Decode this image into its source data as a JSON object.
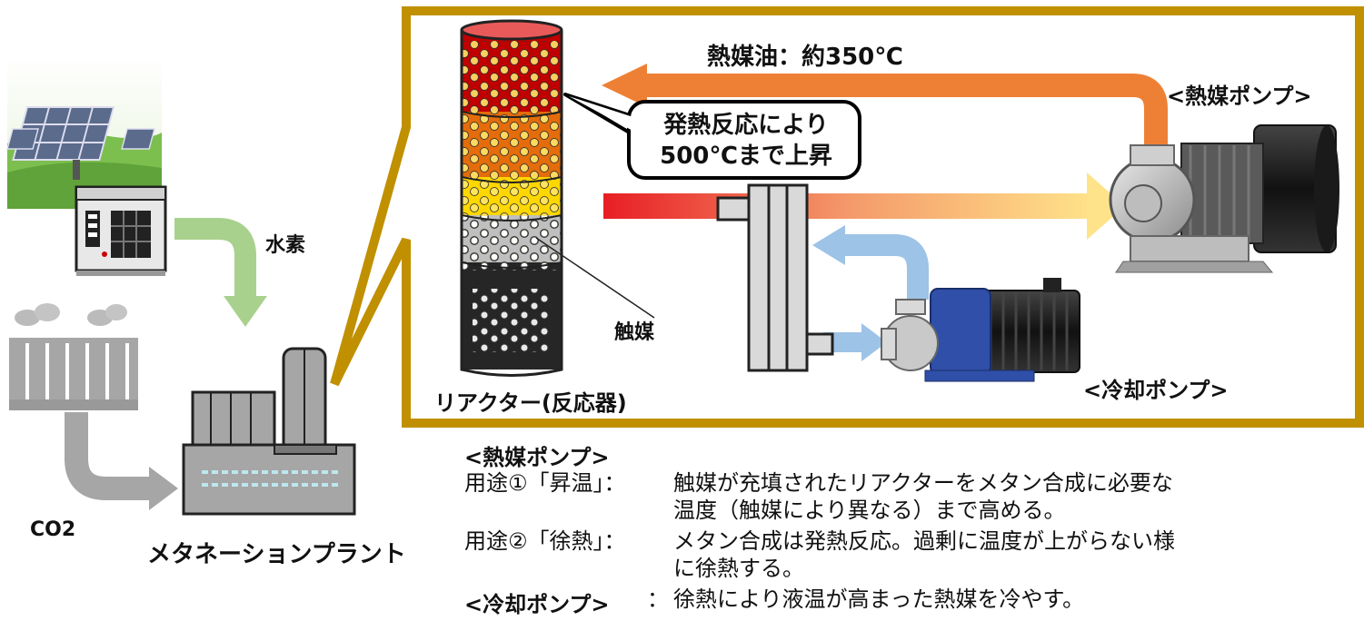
{
  "labels": {
    "hydrogen": "水素",
    "co2": "CO2",
    "plant": "メタネーションプラント",
    "reactor": "リアクター(反応器)",
    "catalyst": "触媒",
    "oil_temp": "熱媒油：約350℃",
    "heat_pump": "<熱媒ポンプ>",
    "cool_pump": "<冷却ポンプ>",
    "callout_line1": "発熱反応により",
    "callout_line2": "500℃まで上昇"
  },
  "description": {
    "heading": "<熱媒ポンプ>",
    "use1_label": "用途①「昇温」：",
    "use1_text_line1": "触媒が充填されたリアクターをメタン合成に必要な",
    "use1_text_line2": "温度（触媒により異なる）まで高める。",
    "use2_label": "用途②「徐熱」：",
    "use2_text_line1": "メタン合成は発熱反応。過剰に温度が上がらない様",
    "use2_text_line2": "に徐熱する。",
    "cool_label": "<冷却ポンプ>",
    "cool_colon": "：",
    "cool_text": "徐熱により液温が高まった熱媒を冷やす。"
  },
  "colors": {
    "frame": "#C09000",
    "hot_arrow": "#EE8035",
    "cool_arrow": "#9DC3E6",
    "green_arrow": "#A9D18E",
    "gray_arrow": "#A6A6A6",
    "reactor_red": "#C00000",
    "reactor_orange": "#E46C0A",
    "reactor_yellow": "#FFD700"
  }
}
